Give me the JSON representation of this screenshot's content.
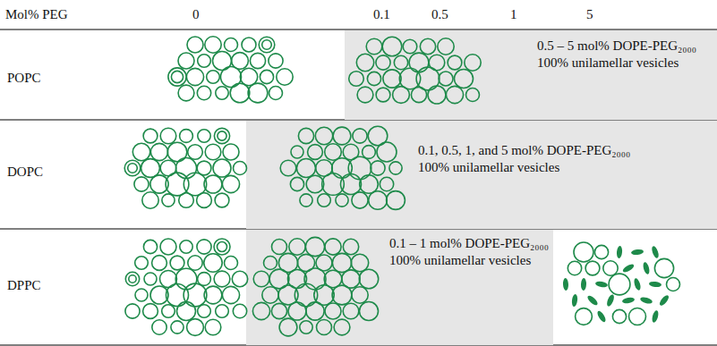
{
  "diagram": {
    "nodes": [
      {
        "text": [
          "0.5 – 5 mol% DOPE-PEG₂₀₀₀",
          "100% unilamellar vesicles"
        ]
      },
      {
        "text": [
          "0.1, 0.5, 1, and 5 mol% DOPE-PEG₂₀₀₀",
          "100% unilamellar vesicles"
        ]
      },
      {
        "text": [
          "0.1 – 1 mol% DOPE-PEG₂₀₀₀",
          "100% unilamellar vesicles"
        ]
      }
    ],
    "edges": [],
    "labels": [
      "Mol% PEG",
      "0",
      "0.1",
      "0.5",
      "1",
      "5",
      "POPC",
      "DOPC",
      "DPPC"
    ]
  }
}
